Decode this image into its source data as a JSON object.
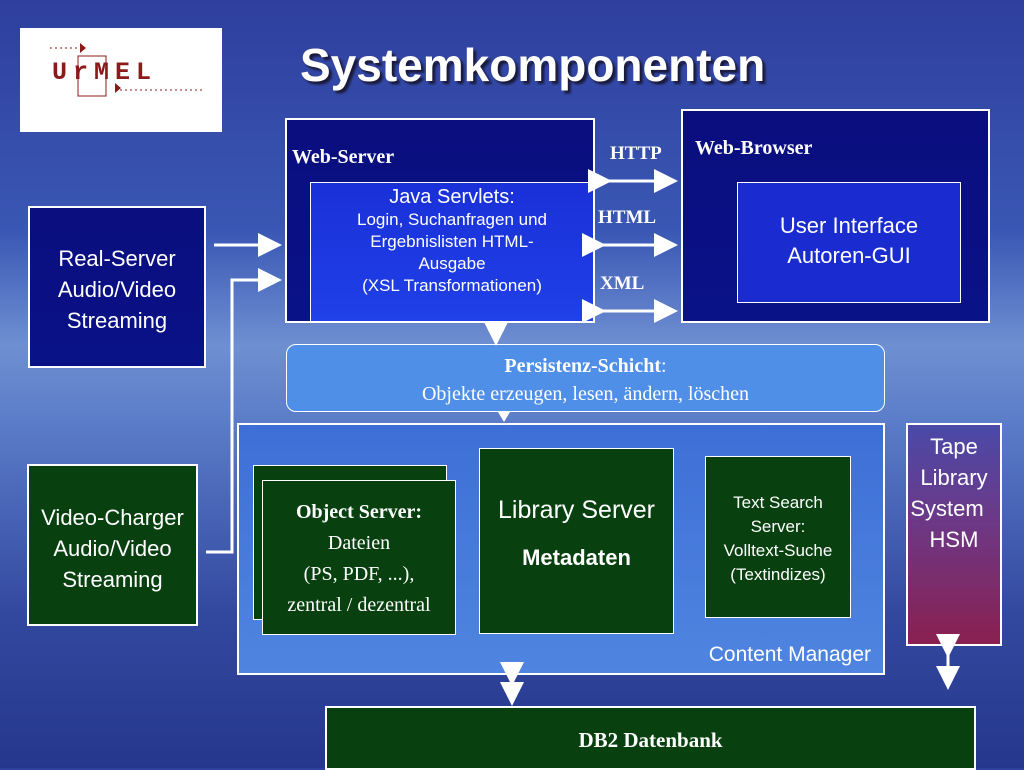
{
  "title": "Systemkomponenten",
  "logo": {
    "text": "UrMEL"
  },
  "web_server": {
    "label": "Web-Server"
  },
  "servlets": {
    "title": "Java Servlets:",
    "line1": "Login, Suchanfragen und",
    "line2": "Ergebnislisten HTML-",
    "line3": "Ausgabe",
    "line4": "(XSL Transformationen)"
  },
  "protocols": {
    "http": "HTTP",
    "html": "HTML",
    "xml": "XML"
  },
  "web_browser": {
    "label": "Web-Browser"
  },
  "ui_box": {
    "line1": "User Interface",
    "line2": "Autoren-GUI"
  },
  "real_server": {
    "line1": "Real-Server",
    "line2": "Audio/Video",
    "line3": "Streaming"
  },
  "persistenz": {
    "title": "Persistenz-Schicht",
    "colon": ":",
    "text": "Objekte erzeugen, lesen, ändern, löschen"
  },
  "video_charger": {
    "line1": "Video-Charger",
    "line2": "Audio/Video",
    "line3": "Streaming"
  },
  "object_server": {
    "title": "Object Server:",
    "line1": "Dateien",
    "line2": "(PS, PDF, ...),",
    "line3": "zentral / dezentral"
  },
  "library_server": {
    "line1": "Library Server",
    "line2": "Metadaten"
  },
  "text_search": {
    "line1": "Text Search",
    "line2": "Server:",
    "line3": "Volltext-Suche",
    "line4": "(Textindizes)"
  },
  "content_manager": {
    "label": "Content Manager"
  },
  "tape": {
    "line1": "Tape",
    "line2": "Library",
    "line3": "System",
    "line4": "HSM"
  },
  "db2": {
    "label": "DB2 Datenbank"
  },
  "colors": {
    "navy": "#0a0e7e",
    "green": "#08400f",
    "tape": "#8a2050",
    "persistenz": "#4f8fe8"
  }
}
